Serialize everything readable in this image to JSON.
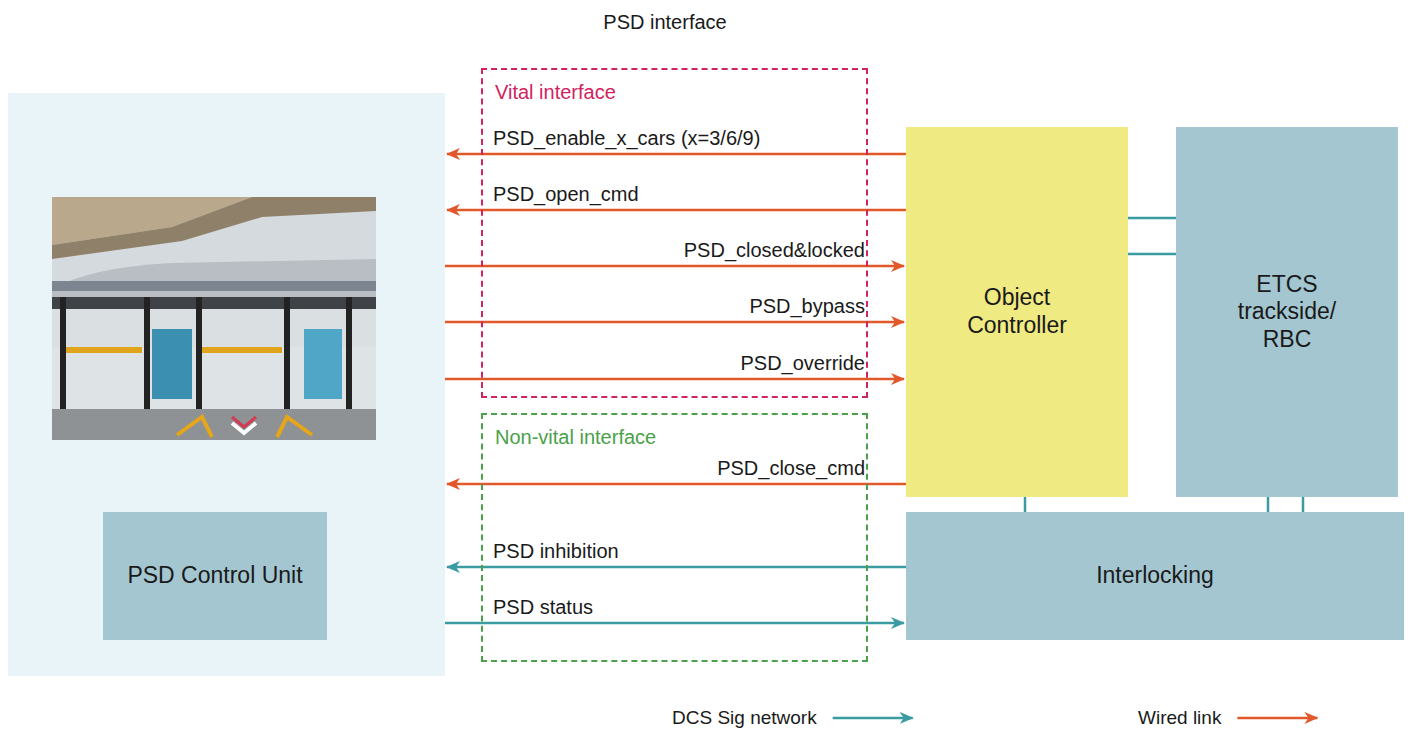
{
  "diagram": {
    "title": "PSD interface",
    "nodes": [
      {
        "text": [
          "Vital interface"
        ]
      },
      {
        "text": [
          "Object Controller"
        ]
      },
      {
        "text": [
          "ETCS trackside/ RBC"
        ]
      },
      {
        "text": [
          "Non-vital interface"
        ]
      },
      {
        "text": [
          "PSD Control Unit"
        ]
      },
      {
        "text": [
          "Interlocking"
        ]
      }
    ],
    "edges": [
      {
        "from": 1,
        "to": 4,
        "label": "PSD_enable_x_cars (x=3/6/9)",
        "arrow": "to"
      },
      {
        "from": 1,
        "to": 4,
        "label": "PSD_open_cmd",
        "arrow": "to"
      },
      {
        "from": 4,
        "to": 1,
        "label": "PSD_closed&locked",
        "arrow": "to"
      },
      {
        "from": 4,
        "to": 1,
        "label": "PSD_bypass",
        "arrow": "to"
      },
      {
        "from": 4,
        "to": 1,
        "label": "PSD_override",
        "arrow": "to"
      },
      {
        "from": 1,
        "to": 4,
        "label": "PSD_close_cmd",
        "arrow": "to"
      },
      {
        "from": 5,
        "to": 4,
        "label": "PSD inhibition",
        "arrow": "to"
      },
      {
        "from": 4,
        "to": 5,
        "label": "PSD status",
        "arrow": "to"
      },
      {
        "from": 2,
        "to": 1,
        "arrow": "to"
      },
      {
        "from": 1,
        "to": 2,
        "arrow": "to"
      },
      {
        "from": 1,
        "to": 5,
        "arrow": "to"
      },
      {
        "from": 5,
        "to": 2,
        "arrow": "to"
      },
      {
        "from": 2,
        "to": 5,
        "arrow": "to"
      }
    ],
    "legend": [
      {
        "text": "DCS Sig network"
      },
      {
        "text": "Wired link"
      }
    ]
  }
}
